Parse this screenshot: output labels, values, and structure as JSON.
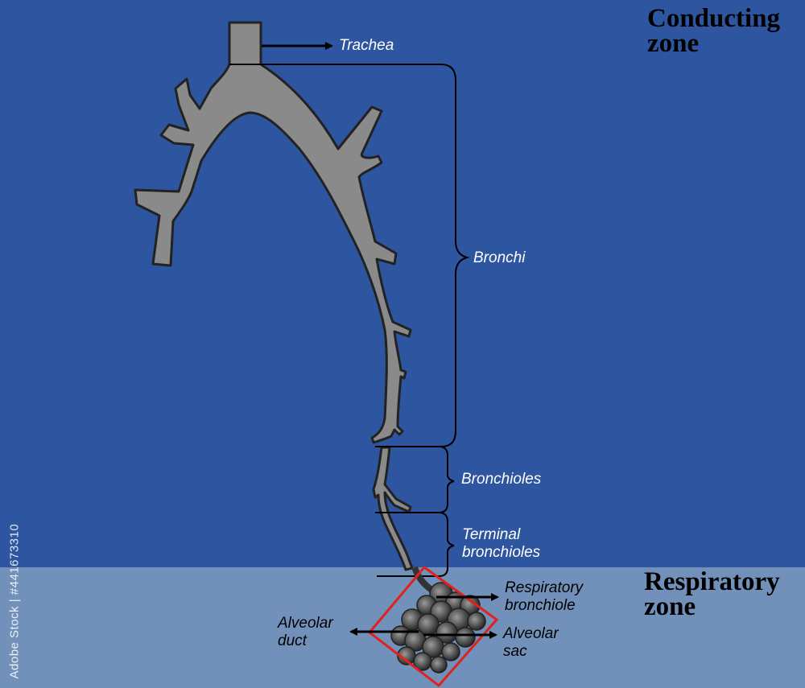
{
  "zones": {
    "conducting": {
      "title": "Conducting\nzone",
      "color": "#2e56a0"
    },
    "respiratory": {
      "title": "Respiratory\nzone",
      "color": "#7191ba"
    }
  },
  "labels": {
    "trachea": "Trachea",
    "bronchi": "Bronchi",
    "bronchioles": "Bronchioles",
    "terminal_bronchioles": "Terminal\nbronchioles",
    "respiratory_bronchiole": "Respiratory\nbronchiole",
    "alveolar_duct": "Alveolar\nduct",
    "alveolar_sac": "Alveolar\nsac"
  },
  "watermark": {
    "side_text": "Adobe Stock | #441673310"
  },
  "colors": {
    "airway_fill": "#8a8a8a",
    "airway_stroke": "#222222",
    "highlight_box": "#e0211d",
    "alveoli": "#4a4a4a"
  }
}
